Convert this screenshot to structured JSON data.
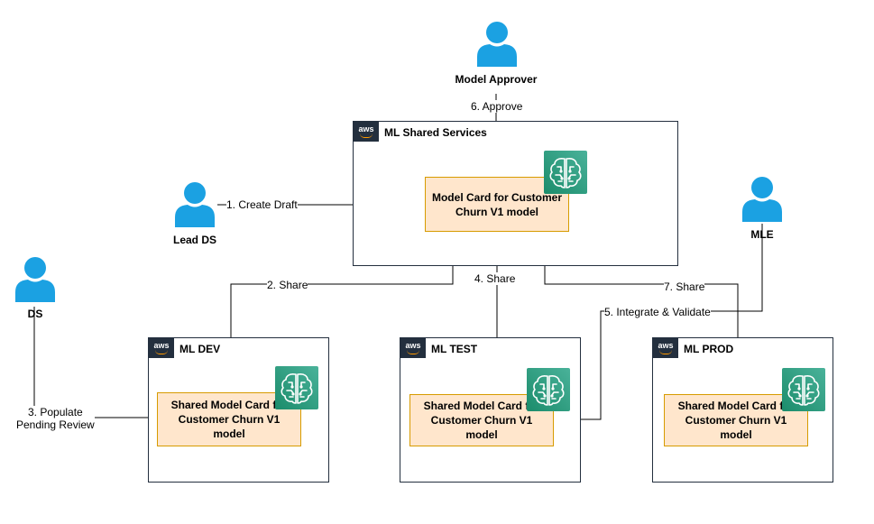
{
  "accounts": {
    "shared": {
      "title": "ML Shared Services",
      "badge": "aws"
    },
    "dev": {
      "title": "ML DEV",
      "badge": "aws"
    },
    "test": {
      "title": "ML TEST",
      "badge": "aws"
    },
    "prod": {
      "title": "ML PROD",
      "badge": "aws"
    }
  },
  "cards": {
    "main": "Model Card for Customer Churn V1 model",
    "dev": "Shared Model Card for Customer Churn V1 model",
    "test": "Shared Model Card for Customer Churn V1 model",
    "prod": "Shared Model Card for Customer Churn V1 model"
  },
  "actors": {
    "approver": "Model Approver",
    "lead_ds": "Lead DS",
    "ds": "DS",
    "mle": "MLE"
  },
  "edges": {
    "create_draft": "1. Create Draft",
    "share_dev": "2. Share",
    "populate_line1": "3. Populate",
    "populate_line2": "Pending Review",
    "share_test": "4.  Share",
    "integrate": "5. Integrate & Validate",
    "approve": "6. Approve",
    "share_prod": "7. Share"
  },
  "colors": {
    "person": "#1BA1E2",
    "card_fill": "#FFE6CC",
    "card_border": "#D79B00",
    "account_border": "#232F3E",
    "sagemaker": "#1B9C74"
  },
  "icons": [
    "aws-logo-icon",
    "sagemaker-icon",
    "person-icon"
  ]
}
